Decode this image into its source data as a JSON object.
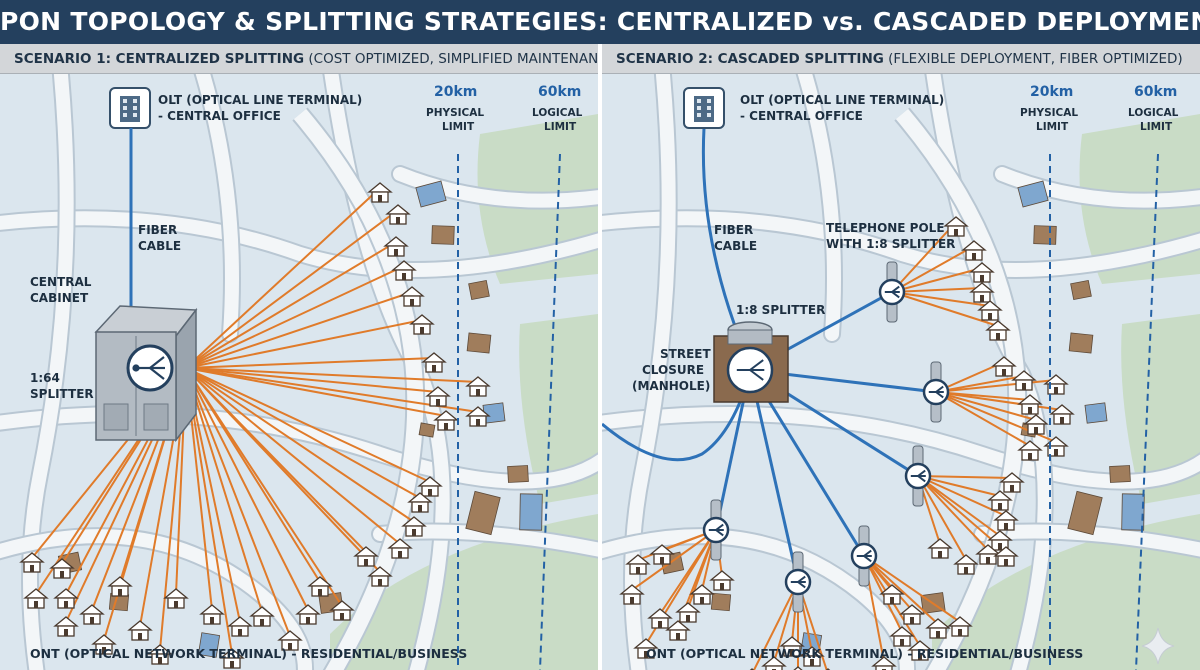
{
  "title": "PON TOPOLOGY & SPLITTING STRATEGIES: CENTRALIZED vs. CASCADED DEPLOYMENT",
  "scenario1": {
    "heading": "SCENARIO 1: CENTRALIZED SPLITTING",
    "subheading": "(COST OPTIMIZED, SIMPLIFIED MAINTENANCE)",
    "olt_line1": "OLT (OPTICAL LINE TERMINAL)",
    "olt_line2": "- CENTRAL OFFICE",
    "fiber_line1": "FIBER",
    "fiber_line2": "CABLE",
    "cabinet_line1": "CENTRAL",
    "cabinet_line2": "CABINET",
    "splitter_line1": "1:64",
    "splitter_line2": "SPLITTER",
    "dist_physical_value": "20km",
    "dist_physical_label": "PHYSICAL",
    "dist_physical_label2": "LIMIT",
    "dist_logical_value": "60km",
    "dist_logical_label": "LOGICAL",
    "dist_logical_label2": "LIMIT",
    "ont_label": "ONT (OPTICAL NETWORK TERMINAL) - RESIDENTIAL/BUSINESS"
  },
  "scenario2": {
    "heading": "SCENARIO 2: CASCADED SPLITTING",
    "subheading": "(FLEXIBLE DEPLOYMENT, FIBER OPTIMIZED)",
    "olt_line1": "OLT (OPTICAL LINE TERMINAL)",
    "olt_line2": "- CENTRAL OFFICE",
    "fiber_line1": "FIBER",
    "fiber_line2": "CABLE",
    "pole_line1": "TELEPHONE POLE",
    "pole_line2": "WITH 1:8 SPLITTER",
    "splitter_label": "1:8 SPLITTER",
    "closure_line1": "STREET",
    "closure_line2": "CLOSURE",
    "closure_line3": "(MANHOLE)",
    "dist_physical_value": "20km",
    "dist_physical_label": "PHYSICAL",
    "dist_physical_label2": "LIMIT",
    "dist_logical_value": "60km",
    "dist_logical_label": "LOGICAL",
    "dist_logical_label2": "LIMIT",
    "ont_label": "ONT (OPTICAL NETWORK TERMINAL) - RESIDENTIAL/BUSINESS"
  },
  "colors": {
    "header_bg": "#24405e",
    "fiber_feeder": "#2e72b8",
    "drop_fiber": "#e07b2a",
    "map_bg": "#dbe6ee",
    "road": "#f3f6f8",
    "park": "#c9dcc6",
    "house": "#ffffff",
    "building": "#a07d5c"
  },
  "icons": {
    "olt": "building-icon",
    "splitter": "splitter-icon",
    "house": "house-icon",
    "sparkle": "sparkle-icon"
  }
}
